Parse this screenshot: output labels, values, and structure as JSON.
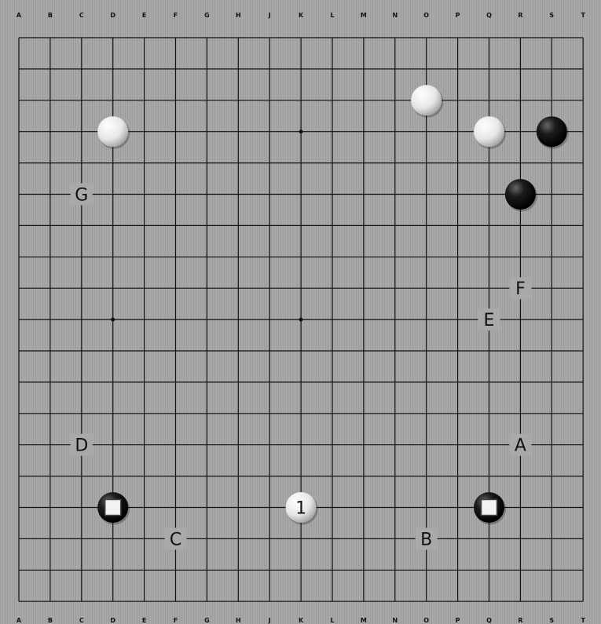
{
  "board": {
    "size": 19,
    "columns": [
      "A",
      "B",
      "C",
      "D",
      "E",
      "F",
      "G",
      "H",
      "J",
      "K",
      "L",
      "M",
      "N",
      "O",
      "P",
      "Q",
      "R",
      "S",
      "T"
    ],
    "hoshi": [
      [
        3,
        3
      ],
      [
        9,
        3
      ],
      [
        3,
        9
      ],
      [
        9,
        9
      ]
    ],
    "stones": [
      {
        "color": "white",
        "col": 13,
        "row": 2
      },
      {
        "color": "white",
        "col": 3,
        "row": 3
      },
      {
        "color": "white",
        "col": 15,
        "row": 3
      },
      {
        "color": "black",
        "col": 17,
        "row": 3
      },
      {
        "color": "black",
        "col": 16,
        "row": 5
      },
      {
        "color": "black",
        "col": 3,
        "row": 15,
        "square": true
      },
      {
        "color": "white",
        "col": 9,
        "row": 15,
        "number": "1"
      },
      {
        "color": "black",
        "col": 15,
        "row": 15,
        "square": true
      }
    ],
    "labels": [
      {
        "text": "G",
        "col": 2,
        "row": 5
      },
      {
        "text": "F",
        "col": 16,
        "row": 8
      },
      {
        "text": "E",
        "col": 15,
        "row": 9
      },
      {
        "text": "D",
        "col": 2,
        "row": 13
      },
      {
        "text": "A",
        "col": 16,
        "row": 13
      },
      {
        "text": "C",
        "col": 5,
        "row": 16
      },
      {
        "text": "B",
        "col": 13,
        "row": 16
      }
    ],
    "colors": {
      "background": "#a9a9a9",
      "line": "#111111",
      "black_stone": "#111111",
      "white_stone": "#eeeeee"
    }
  }
}
